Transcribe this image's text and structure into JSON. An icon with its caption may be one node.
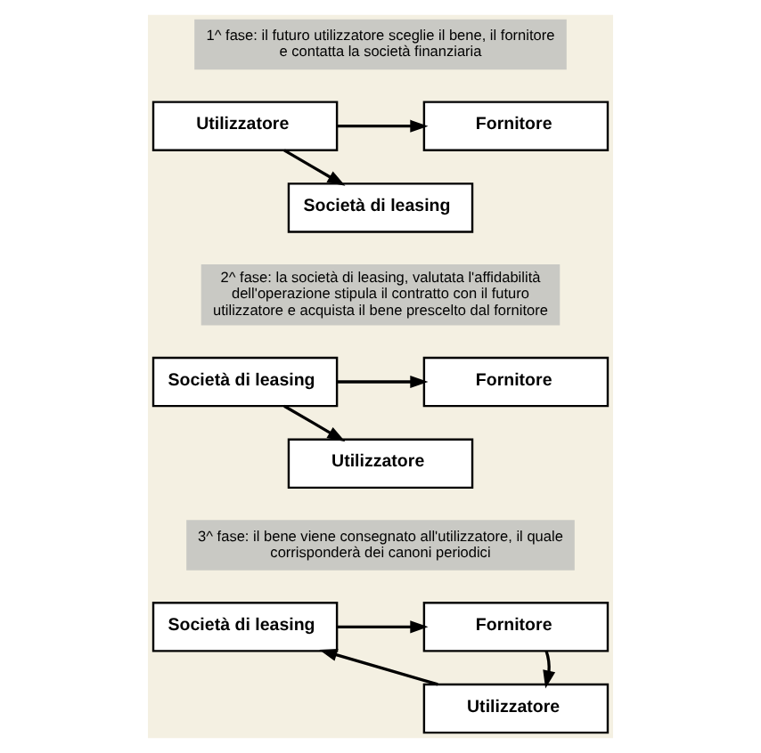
{
  "diagram": {
    "nodes": [
      {
        "text": [
          "1^ fase: il futuro utilizzatore sceglie il bene, il fornitore e contatta la società finanziaria"
        ]
      },
      {
        "text": [
          "Utilizzatore"
        ]
      },
      {
        "text": [
          "Fornitore"
        ]
      },
      {
        "text": [
          "Società di leasing"
        ]
      },
      {
        "text": [
          "2^ fase: la società di leasing, valutata l'affidabilità dell'operazione stipula il contratto con il futuro utilizzatore e acquista il bene prescelto dal fornitore"
        ]
      },
      {
        "text": [
          "Società di leasing"
        ]
      },
      {
        "text": [
          "Fornitore"
        ]
      },
      {
        "text": [
          "Utilizzatore"
        ]
      },
      {
        "text": [
          "3^ fase: il bene viene consegnato all'utilizzatore, il quale corrisponderà dei canoni periodici"
        ]
      },
      {
        "text": [
          "Società di leasing"
        ]
      },
      {
        "text": [
          "Fornitore"
        ]
      },
      {
        "text": [
          "Utilizzatore"
        ]
      }
    ],
    "edges": [
      {
        "from": 1,
        "to": 2,
        "arrow": "to"
      },
      {
        "from": 1,
        "to": 3,
        "arrow": "to"
      },
      {
        "from": 5,
        "to": 6,
        "arrow": "to"
      },
      {
        "from": 5,
        "to": 7,
        "arrow": "to"
      },
      {
        "from": 9,
        "to": 10,
        "arrow": "to"
      },
      {
        "from": 10,
        "to": 11,
        "arrow": "to"
      },
      {
        "from": 11,
        "to": 9,
        "arrow": "to"
      }
    ]
  }
}
